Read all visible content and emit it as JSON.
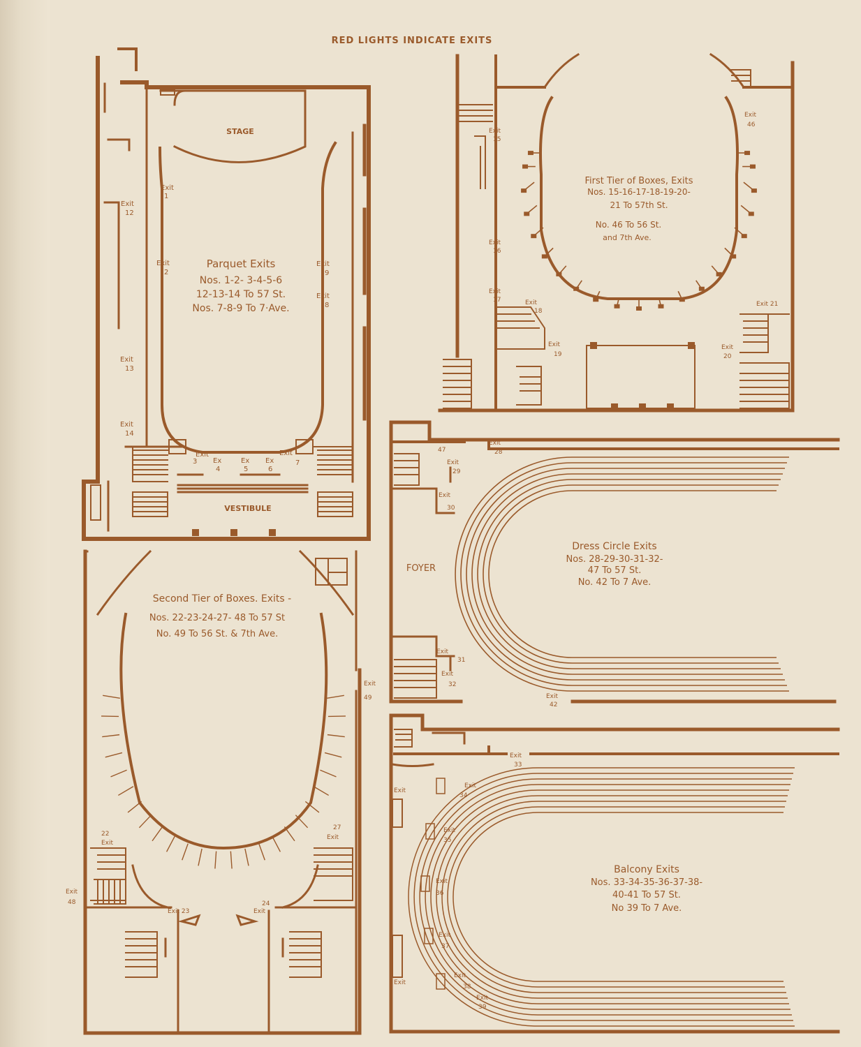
{
  "header": "RED LIGHTS INDICATE EXITS",
  "colors": {
    "ink": "#9a5a2b",
    "paper": "#ece3d1"
  },
  "parquet": {
    "stage": "STAGE",
    "vestibule": "VESTIBULE",
    "caption": [
      "Parquet Exits",
      "Nos. 1-2- 3-4-5-6",
      "12-13-14 To 57 St.",
      "Nos. 7-8-9 To 7·Ave."
    ],
    "exits": {
      "e1": [
        "Exit",
        "1"
      ],
      "e2": [
        "Exit",
        "2"
      ],
      "e9": [
        "Exit",
        "9"
      ],
      "e8": [
        "Exit",
        "8"
      ],
      "e12": [
        "Exit",
        "12"
      ],
      "e13": [
        "Exit",
        "13"
      ],
      "e14": [
        "Exit",
        "14"
      ],
      "e3": [
        "Exit",
        "3"
      ],
      "e4": [
        "Ex",
        "4"
      ],
      "e5": [
        "Ex",
        "5"
      ],
      "e6": [
        "Ex",
        "6"
      ],
      "e7": [
        "Exit",
        "7"
      ]
    }
  },
  "first_tier": {
    "caption": [
      "First Tier of Boxes, Exits",
      "Nos. 15-16-17-18-19-20-",
      "21 To 57th St.",
      "No. 46 To 56 St.",
      "and 7th Ave."
    ],
    "exits": {
      "e15": [
        "Exit",
        "15"
      ],
      "e16": [
        "Exit",
        "16"
      ],
      "e17": [
        "Exit",
        "17"
      ],
      "e18": [
        "Exit",
        "18"
      ],
      "e19": [
        "Exit",
        "19"
      ],
      "e20": [
        "Exit",
        "20"
      ],
      "e21": [
        "Exit 21"
      ],
      "e46": [
        "Exit",
        "46"
      ]
    }
  },
  "dress_circle": {
    "foyer": "FOYER",
    "caption": [
      "Dress Circle Exits",
      "Nos. 28-29-30-31-32-",
      "47 To 57 St.",
      "No. 42 To 7 Ave."
    ],
    "exits": {
      "e47": [
        "Exit",
        "47"
      ],
      "e28": [
        "Exit",
        "28"
      ],
      "e29": [
        "Exit",
        "29"
      ],
      "e30": [
        "Exit",
        "30"
      ],
      "e31": [
        "Exit",
        "31"
      ],
      "e32": [
        "Exit",
        "32"
      ],
      "e42": [
        "Exit",
        "42"
      ]
    }
  },
  "second_tier": {
    "caption": [
      "Second Tier of Boxes. Exits -",
      "Nos. 22-23-24-27- 48 To 57 St",
      "No. 49 To 56 St. & 7th Ave."
    ],
    "exits": {
      "e49": [
        "Exit",
        "49"
      ],
      "e22": [
        "22",
        "Exit"
      ],
      "e27": [
        "27",
        "Exit"
      ],
      "e48": [
        "Exit",
        "48"
      ],
      "e23": [
        "Exit 23"
      ],
      "e24": [
        "24",
        "Exit"
      ]
    }
  },
  "balcony": {
    "caption": [
      "Balcony Exits",
      "Nos. 33-34-35-36-37-38-",
      "40-41 To 57 St.",
      "No 39 To 7 Ave."
    ],
    "exits": {
      "e33": [
        "Exit",
        "33"
      ],
      "e34": [
        "Exit",
        "34"
      ],
      "e35": [
        "Exit",
        "35"
      ],
      "e36": [
        "Exit",
        "36"
      ],
      "e37": [
        "Exit",
        "37"
      ],
      "e38": [
        "Exit",
        "38"
      ],
      "e39": [
        "Exit",
        "39"
      ],
      "eTop": [
        "Exit"
      ],
      "eBot": [
        "Exit"
      ]
    }
  }
}
